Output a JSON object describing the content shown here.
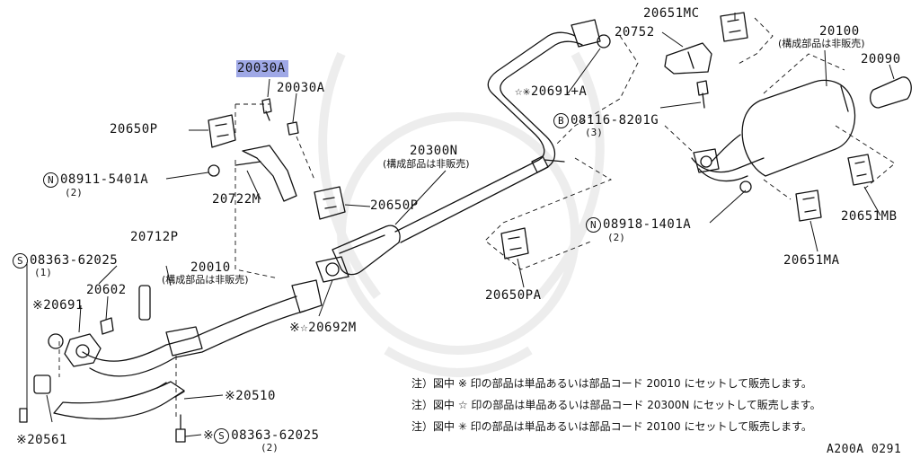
{
  "parts": {
    "p20030a_hl": "20030",
    "p20030a_hl_suffix": "A",
    "p20030a": "20030A",
    "p20650p_top": "20650P",
    "n08911": "08911-5401A",
    "n08911_qty": "(2)",
    "p20722m": "20722M",
    "p20712p": "20712P",
    "s08363_top": "08363-62025",
    "s08363_top_qty": "(1)",
    "p20010": "20010",
    "p20010_note": "(構成部品は非販売)",
    "p20602": "20602",
    "p20691": "※20691",
    "p20561": "※20561",
    "p20510": "※20510",
    "s08363_bot_prefix": "※",
    "s08363_bot": "08363-62025",
    "s08363_bot_qty": "(2)",
    "p20692m": "※☆20692M",
    "p20650p_mid": "20650P",
    "p20300n": "20300N",
    "p20300n_note": "(構成部品は非販売)",
    "p20650pa": "20650PA",
    "p20691a": "☆✳20691+A",
    "p20752": "20752",
    "p20651mc": "20651MC",
    "p20100": "20100",
    "p20100_note": "(構成部品は非販売)",
    "p20090": "20090",
    "b08116": "08116-8201G",
    "b08116_qty": "(3)",
    "n08918": "08918-1401A",
    "n08918_qty": "(2)",
    "p20651mb": "20651MB",
    "p20651ma": "20651MA"
  },
  "symbols": {
    "n": "N",
    "s": "S",
    "b": "B"
  },
  "notes": [
    "注）図中 ※ 印の部品は単品あるいは部品コード 20010 にセットして販売します。",
    "注）図中 ☆ 印の部品は単品あるいは部品コード 20300N にセットして販売します。",
    "注）図中 ✳ 印の部品は単品あるいは部品コード 20100 にセットして販売します。"
  ],
  "figure_code": "A200A 0291",
  "colors": {
    "line": "#111111",
    "highlight": "#9fa8e6",
    "watermark": "#e9e9e9"
  }
}
